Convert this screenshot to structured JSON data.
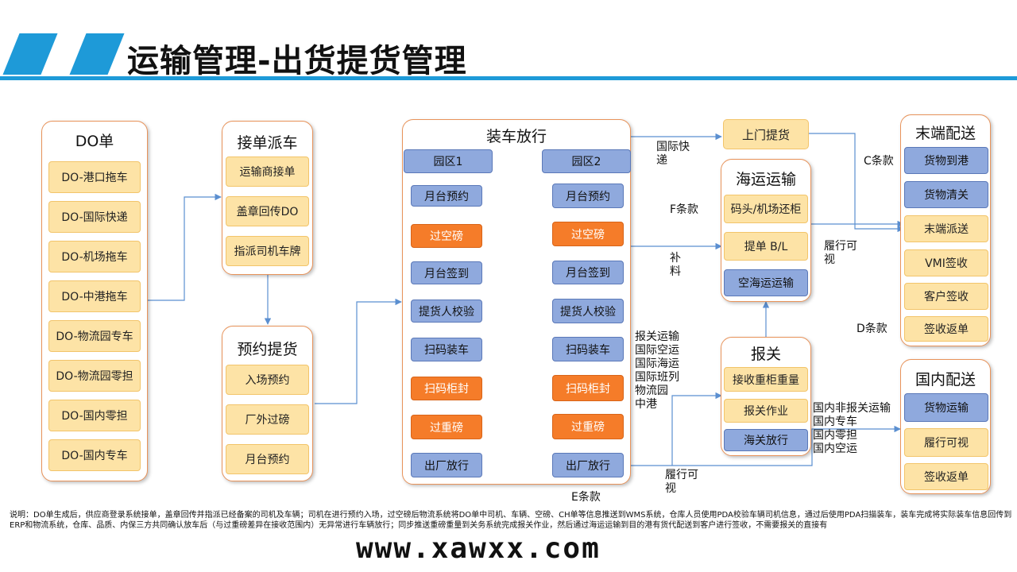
{
  "page": {
    "title": "运输管理-出货提货管理"
  },
  "colors": {
    "accent": "#1e9ad8",
    "yellow_box": "#fde3a6",
    "blue_box": "#8fa9dd",
    "orange_box": "#f57c29",
    "panel_border": "#e8935a"
  },
  "do_panel": {
    "title": "DO单",
    "items": [
      "DO-港口拖车",
      "DO-国际快递",
      "DO-机场拖车",
      "DO-中港拖车",
      "DO-物流园专车",
      "DO-物流园零担",
      "DO-国内零担",
      "DO-国内专车"
    ]
  },
  "dispatch_panel": {
    "title": "接单派车",
    "items": [
      "运输商接单",
      "盖章回传DO",
      "指派司机车牌"
    ]
  },
  "booking_panel": {
    "title": "预约提货",
    "items": [
      "入场预约",
      "厂外过磅",
      "月台预约"
    ]
  },
  "loading_panel": {
    "title": "装车放行",
    "zone1": {
      "header": "园区1",
      "steps": [
        "月台预约",
        "过空磅",
        "月台签到",
        "提货人校验",
        "扫码装车",
        "扫码柜封",
        "过重磅",
        "出厂放行"
      ]
    },
    "zone2": {
      "header": "园区2",
      "steps": [
        "月台预约",
        "过空磅",
        "月台签到",
        "提货人校验",
        "扫码装车",
        "扫码柜封",
        "过重磅",
        "出厂放行"
      ]
    }
  },
  "pickup_box": {
    "label": "上门提货"
  },
  "sea_panel": {
    "title": "海运运输",
    "items": [
      "码头/机场还柜",
      "提单 B/L",
      "空海运运输"
    ]
  },
  "customs_panel": {
    "title": "报关",
    "items": [
      "接收重柜重量",
      "报关作业",
      "海关放行"
    ]
  },
  "lastmile_panel": {
    "title": "末端配送",
    "items": [
      "货物到港",
      "货物清关",
      "末端派送",
      "VMI签收",
      "客户签收",
      "签收返单"
    ]
  },
  "domestic_panel": {
    "title": "国内配送",
    "items": [
      "货物运输",
      "履行可视",
      "签收返单"
    ]
  },
  "flow_labels": {
    "intl_express": "国际快\n递",
    "f_clause": "F条款",
    "supplement": "补\n料",
    "customs_transport": "报关运输\n国际空运\n国际海运\n国际班列\n物流园\n中港",
    "fulfil_visible_1": "履行可\n视",
    "fulfil_visible_2": "履行可\n视",
    "c_clause": "C条款",
    "d_clause": "D条款",
    "e_clause": "E条款",
    "domestic_types": "国内非报关运输\n国内专车\n国内零担\n国内空运"
  },
  "footnote": "说明：DO单生成后，供应商登录系统接单，盖章回传并指派已经备案的司机及车辆；司机在进行预约入场，过空磅后物流系统将DO单中司机、车辆、空磅、CH单等信息推送到WMS系统，仓库人员使用PDA校验车辆司机信息，通过后使用PDA扫描装车，装车完成将实际装车信息回传到ERP和物流系统，仓库、品质、内保三方共同确认放车后（与过重磅差异在接收范围内）无异常进行车辆放行；同步推送重磅重量到关务系统完成报关作业，然后通过海运运输到目的港有货代配送到客户进行签收，不需要报关的直接有",
  "watermark": "www.xawxx.com"
}
